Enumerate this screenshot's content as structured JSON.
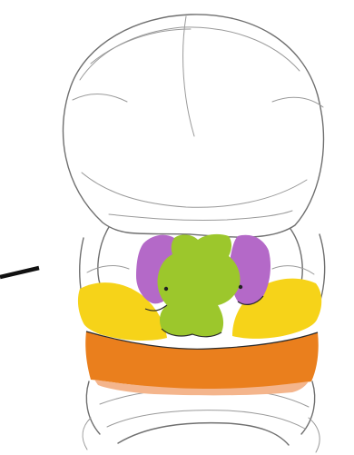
{
  "diagram": {
    "colors": {
      "outline": "#6f6f6f",
      "pointer": "#111111",
      "purple_region": "#b469c8",
      "green_region": "#9cc72c",
      "yellow_region": "#f6d319",
      "orange_region": "#ea7f1d",
      "peach_band": "#f4b58c",
      "background": "#ffffff"
    },
    "regions": [
      {
        "id": "purple-left",
        "color_key": "purple_region"
      },
      {
        "id": "purple-right",
        "color_key": "purple_region"
      },
      {
        "id": "green-center",
        "color_key": "green_region"
      },
      {
        "id": "yellow-left",
        "color_key": "yellow_region"
      },
      {
        "id": "yellow-right",
        "color_key": "yellow_region"
      },
      {
        "id": "orange-band",
        "color_key": "orange_region"
      }
    ],
    "pointer": {
      "style": "solid-line"
    }
  }
}
